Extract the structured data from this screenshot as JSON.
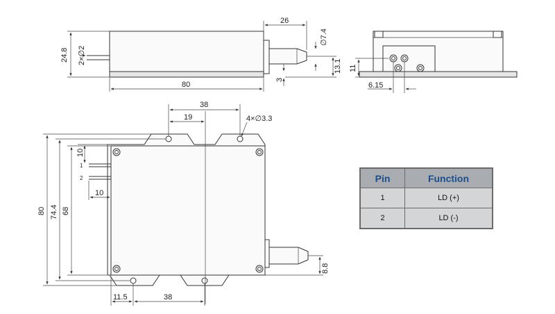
{
  "top_view": {
    "dim_width": "80",
    "dim_height": "24.8",
    "dim_pins": "2×∅2",
    "dim_fiber_len": "26",
    "dim_fiber_dia": "∅7.4",
    "dim_fiber_center": "13.1",
    "dim_base": "3"
  },
  "side_view": {
    "dim_height": "11",
    "dim_offset": "6.15"
  },
  "plan_view": {
    "dim_holes_top": "38",
    "dim_hole_offset_top": "19",
    "dim_holes": "4×∅3.3",
    "dim_pin_spacing": "10",
    "dim_pin_len": "10",
    "pin1": "1",
    "pin2": "2",
    "dim_height_total": "80",
    "dim_height_holes": "74.4",
    "dim_height_body": "68",
    "dim_fiber_height": "8.8",
    "dim_hole_offset_bottom": "11.5",
    "dim_holes_bottom": "38"
  },
  "pin_table": {
    "header_pin": "Pin",
    "header_function": "Function",
    "rows": [
      {
        "pin": "1",
        "function": "LD (+)"
      },
      {
        "pin": "2",
        "function": "LD (-)"
      }
    ]
  }
}
